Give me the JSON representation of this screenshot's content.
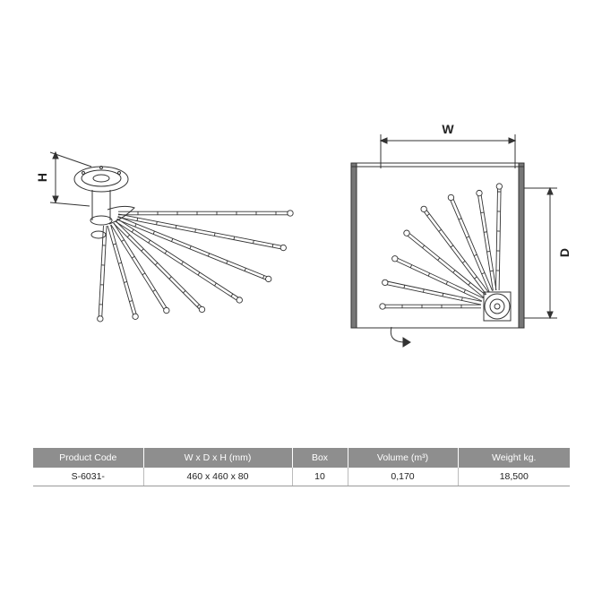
{
  "labels": {
    "w": "W",
    "d": "D",
    "h": "H"
  },
  "table": {
    "headers": [
      "Product Code",
      "W x D x H (mm)",
      "Box",
      "Volume (m³)",
      "Weight kg."
    ],
    "rows": [
      [
        "S-6031-",
        "460 x 460 x 80",
        "10",
        "0,170",
        "18,500"
      ]
    ]
  },
  "colors": {
    "header_bg": "#8e8e8e",
    "line": "#333333"
  }
}
